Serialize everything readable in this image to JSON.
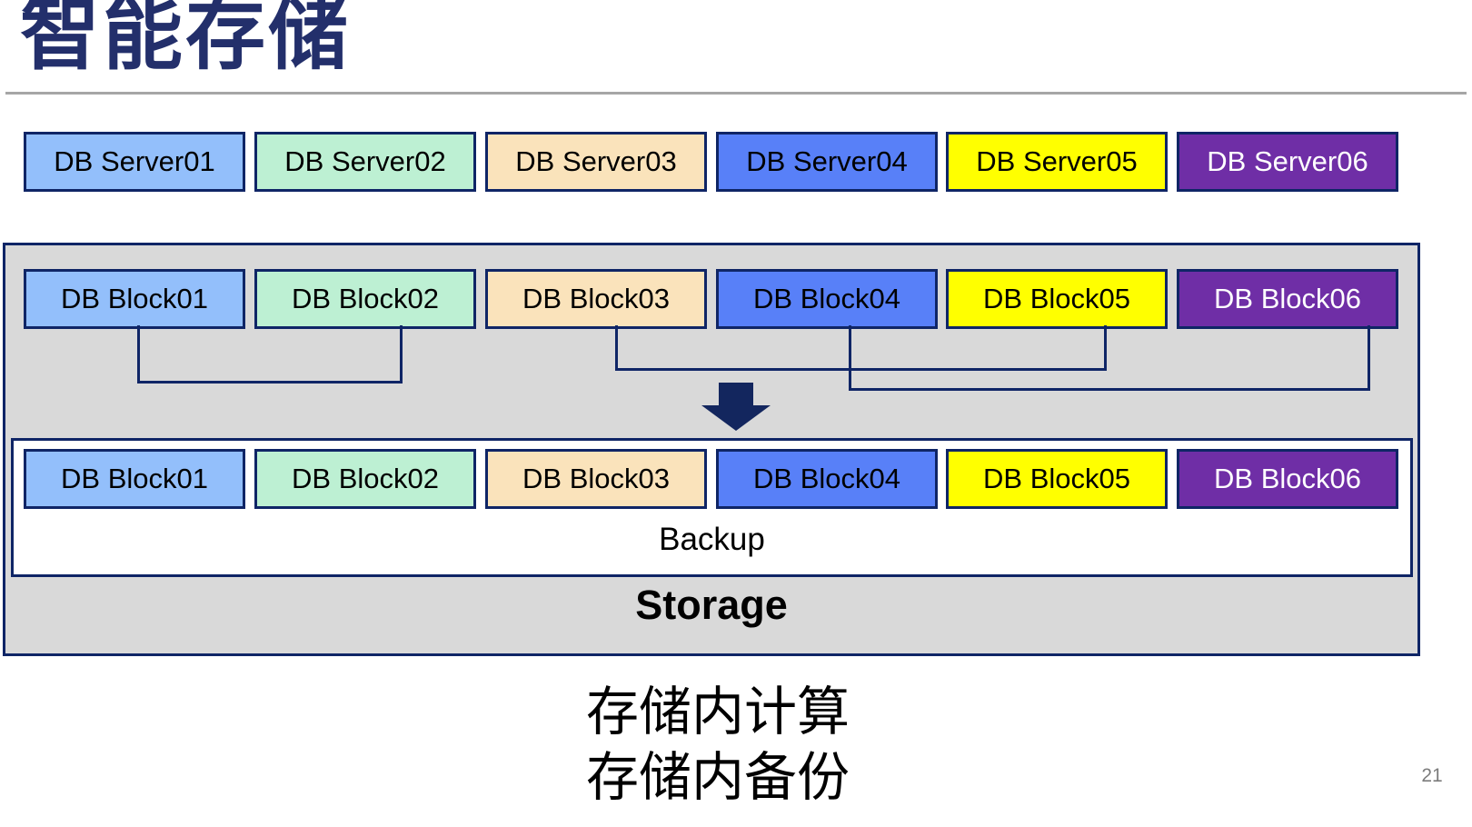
{
  "title": "智能存储",
  "page_number": "21",
  "captions": [
    "存储内计算",
    "存储内备份"
  ],
  "storage_panel": {
    "label": "Storage"
  },
  "backup_panel": {
    "label": "Backup"
  },
  "palette": {
    "navy_border": "#0F2566",
    "title_navy": "#232F6B",
    "arrow_navy": "#13265E",
    "panel_gray": "#D9D9D9",
    "rule_gray": "#A6A6A6",
    "page_gray": "#7C7C7C"
  },
  "server_row": [
    {
      "label": "DB Server01",
      "fill": "#93BFFB",
      "text_color": "#000000"
    },
    {
      "label": "DB Server02",
      "fill": "#BDF0D3",
      "text_color": "#000000"
    },
    {
      "label": "DB Server03",
      "fill": "#FAE3BB",
      "text_color": "#000000"
    },
    {
      "label": "DB Server04",
      "fill": "#5880F8",
      "text_color": "#000000"
    },
    {
      "label": "DB Server05",
      "fill": "#FFFF00",
      "text_color": "#000000"
    },
    {
      "label": "DB Server06",
      "fill": "#6F2EA6",
      "text_color": "#FFFFFF"
    }
  ],
  "block_row_top": [
    {
      "label": "DB Block01",
      "fill": "#93BFFB",
      "text_color": "#000000"
    },
    {
      "label": "DB Block02",
      "fill": "#BDF0D3",
      "text_color": "#000000"
    },
    {
      "label": "DB Block03",
      "fill": "#FAE3BB",
      "text_color": "#000000"
    },
    {
      "label": "DB Block04",
      "fill": "#5880F8",
      "text_color": "#000000"
    },
    {
      "label": "DB Block05",
      "fill": "#FFFF00",
      "text_color": "#000000"
    },
    {
      "label": "DB Block06",
      "fill": "#6F2EA6",
      "text_color": "#FFFFFF"
    }
  ],
  "block_row_bottom": [
    {
      "label": "DB Block01",
      "fill": "#93BFFB",
      "text_color": "#000000"
    },
    {
      "label": "DB Block02",
      "fill": "#BDF0D3",
      "text_color": "#000000"
    },
    {
      "label": "DB Block03",
      "fill": "#FAE3BB",
      "text_color": "#000000"
    },
    {
      "label": "DB Block04",
      "fill": "#5880F8",
      "text_color": "#000000"
    },
    {
      "label": "DB Block05",
      "fill": "#FFFF00",
      "text_color": "#000000"
    },
    {
      "label": "DB Block06",
      "fill": "#6F2EA6",
      "text_color": "#FFFFFF"
    }
  ]
}
